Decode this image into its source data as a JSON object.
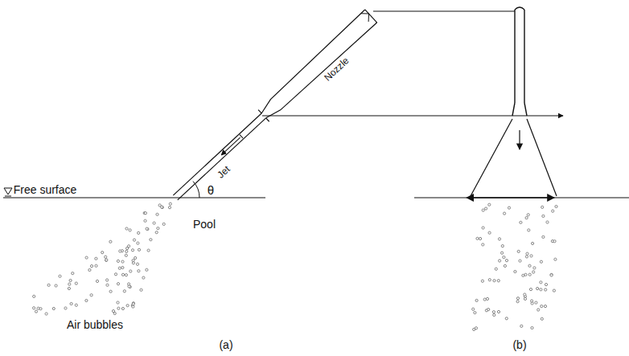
{
  "diagram": {
    "labels": [
      "Free surface",
      "θ",
      "Pool",
      "Air bubbles",
      "Jet",
      "Nozzle",
      "(a)",
      "(b)"
    ]
  }
}
